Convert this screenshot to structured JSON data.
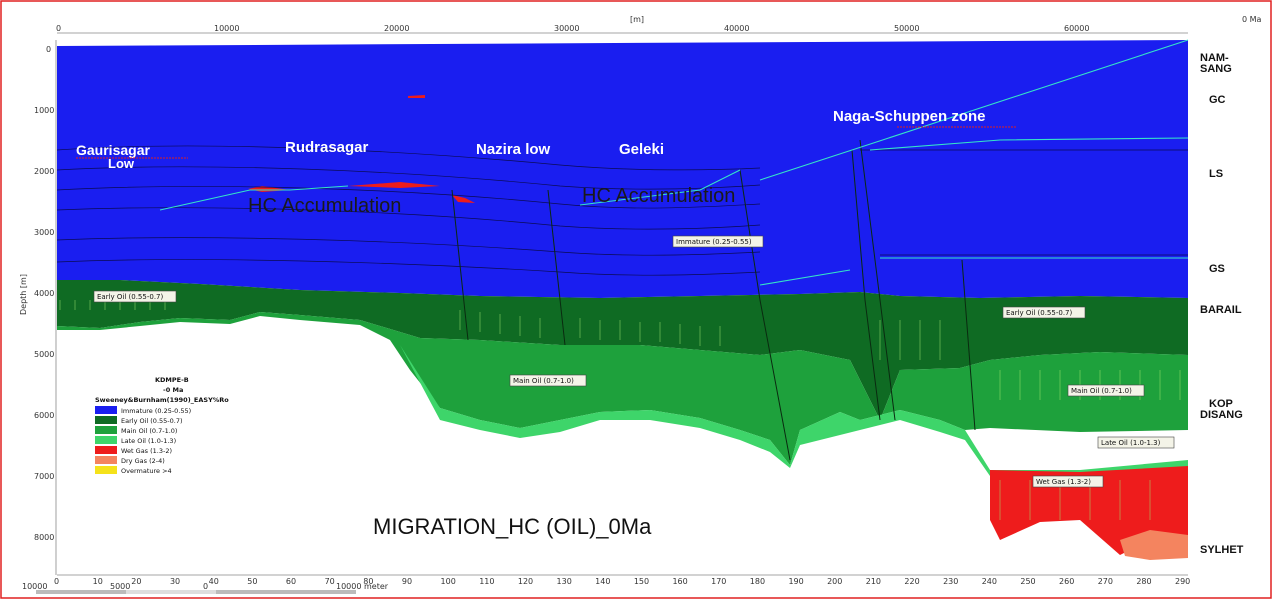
{
  "top_axis": {
    "unit": "[m]",
    "corner_label": "0 Ma",
    "ticks": [
      "0",
      "10000",
      "20000",
      "30000",
      "40000",
      "50000",
      "60000"
    ]
  },
  "left_axis": {
    "label": "Depth [m]",
    "ticks": [
      "0",
      "1000",
      "2000",
      "3000",
      "4000",
      "5000",
      "6000",
      "7000",
      "8000"
    ]
  },
  "bottom_axis": {
    "ticks": [
      "0",
      "10",
      "20",
      "30",
      "40",
      "50",
      "60",
      "70",
      "80",
      "90",
      "100",
      "110",
      "120",
      "130",
      "140",
      "150",
      "160",
      "170",
      "180",
      "190",
      "200",
      "210",
      "220",
      "230",
      "240",
      "250",
      "260",
      "270",
      "280",
      "290"
    ]
  },
  "scale_bar": {
    "labels": [
      "10000",
      "5000",
      "0",
      "10000 meter"
    ]
  },
  "formations": [
    "NAM-",
    "SANG",
    "GC",
    "LS",
    "GS",
    "BARAIL",
    "KOP",
    "DISANG",
    "SYLHET"
  ],
  "regions": {
    "gaurisagar_1": "Gaurisagar",
    "gaurisagar_2": "Low",
    "rudrasagar": "Rudrasagar",
    "nazira": "Nazira low",
    "geleki": "Geleki",
    "naga": "Naga-Schuppen zone"
  },
  "hc_labels": [
    "HC Accumulation",
    "HC Accumulation"
  ],
  "zone_labels": {
    "immature": "Immature (0.25-0.55)",
    "early_left": "Early Oil (0.55-0.7)",
    "early_right": "Early Oil (0.55-0.7)",
    "main_center": "Main Oil (0.7-1.0)",
    "main_right": "Main Oil (0.7-1.0)",
    "late_right": "Late Oil (1.0-1.3)",
    "wet_gas": "Wet Gas (1.3-2)"
  },
  "legend": {
    "title1": "KDMPE-B",
    "title2": "-0 Ma",
    "title3": "Sweeney&Burnham(1990)_EASY%Ro",
    "items": [
      {
        "label": "Immature (0.25-0.55)",
        "color": "#1a1ef0"
      },
      {
        "label": "Early Oil (0.55-0.7)",
        "color": "#0f6b23"
      },
      {
        "label": "Main Oil (0.7-1.0)",
        "color": "#1ea13c"
      },
      {
        "label": "Late Oil (1.0-1.3)",
        "color": "#3ed56a"
      },
      {
        "label": "Wet Gas (1.3-2)",
        "color": "#ee1c1c"
      },
      {
        "label": "Dry Gas (2-4)",
        "color": "#f4845f"
      },
      {
        "label": "Overmature >4",
        "color": "#f5e21a"
      }
    ]
  },
  "caption": "MIGRATION_HC (OIL)_0Ma",
  "colors": {
    "immature": "#1a1ef0",
    "early": "#0f6b23",
    "main": "#1ea13c",
    "late": "#3ed56a",
    "wet_gas": "#ee1c1c",
    "dry_gas": "#f4845f"
  }
}
